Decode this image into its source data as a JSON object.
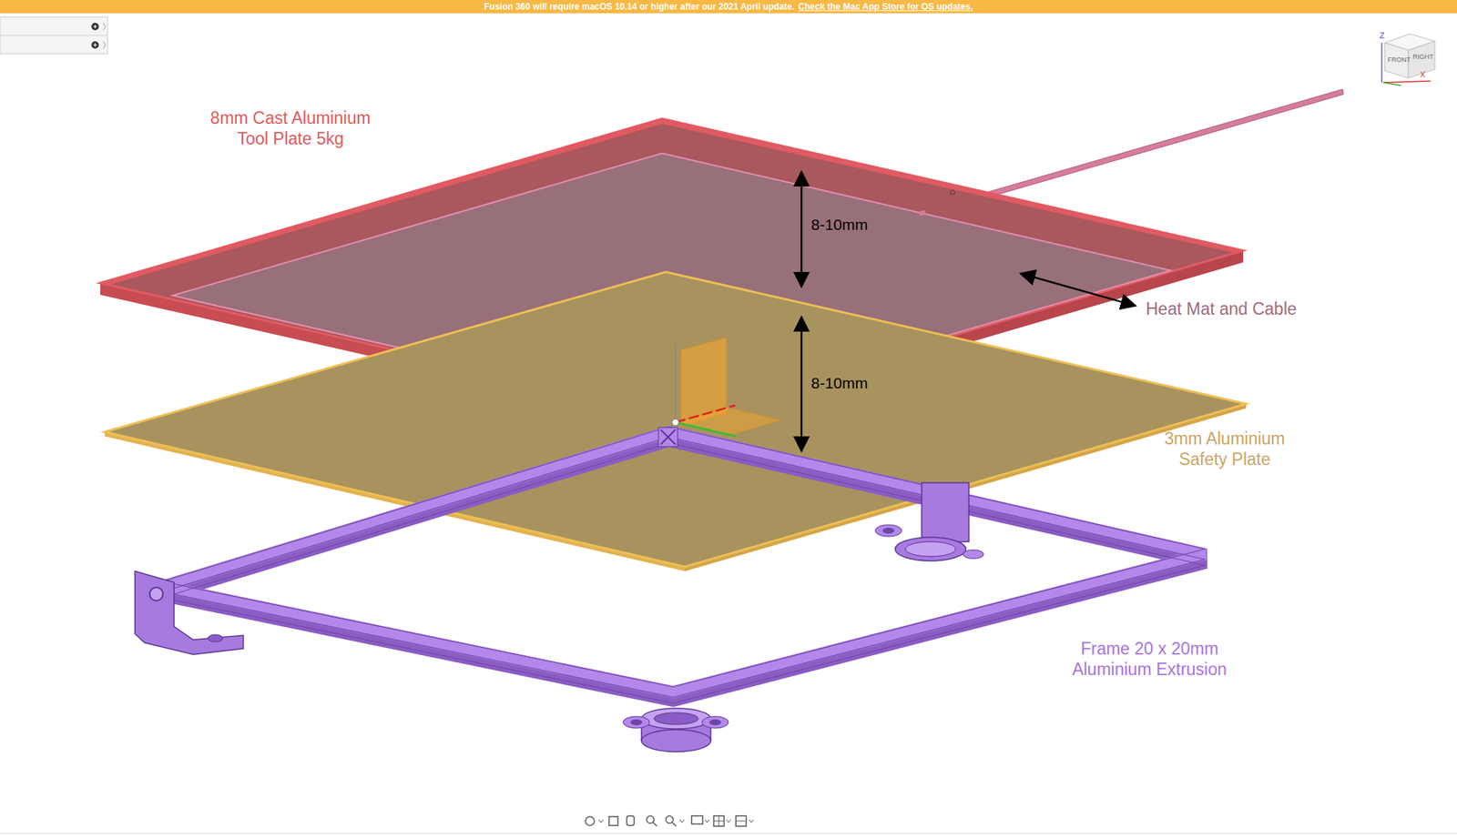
{
  "diagram": {
    "nodes": [
      {
        "text": [
          "Fusion 360 will require macOS 10.14 or higher after our 2021 April update.",
          "Check the Mac App Store for OS updates."
        ]
      }
    ],
    "labels": [
      "Z",
      "FRONT",
      "RIGHT",
      "X",
      "8mm Cast Aluminium Tool Plate 5kg",
      "8-10mm",
      "Heat Mat and Cable",
      "8-10mm",
      "3mm Aluminium Safety Plate",
      "Frame 20 x 20mm Aluminium Extrusion"
    ]
  }
}
